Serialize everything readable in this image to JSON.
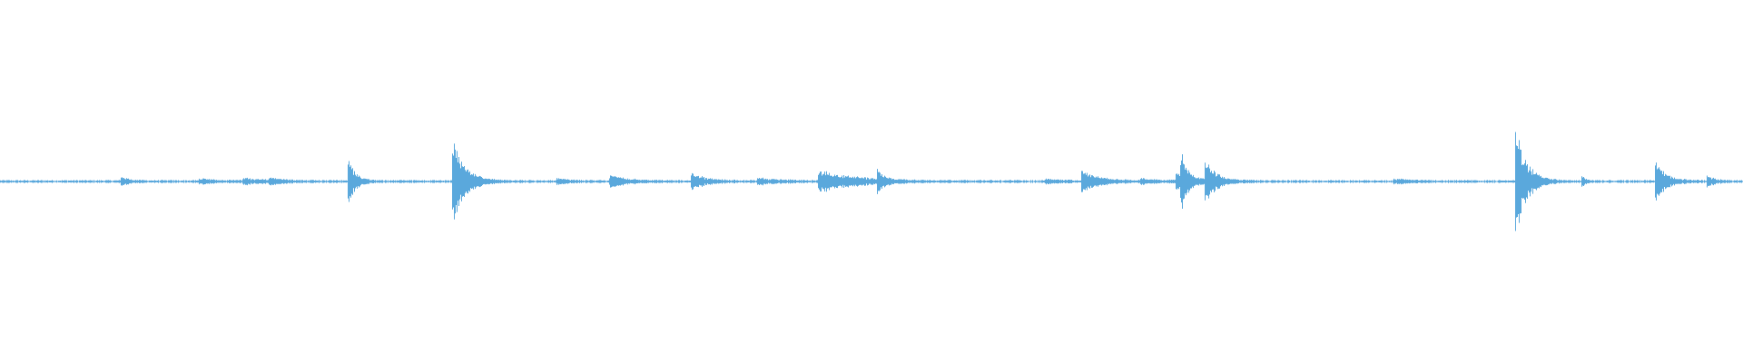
{
  "waveform": {
    "color": "#5aa8dc",
    "background": "#ffffff",
    "baseline_level": 0.5,
    "noise_floor": 0.003,
    "events": [
      {
        "t": 0.07,
        "amp": 0.012,
        "decay": 0.004
      },
      {
        "t": 0.115,
        "amp": 0.006,
        "decay": 0.01
      },
      {
        "t": 0.14,
        "amp": 0.008,
        "decay": 0.012
      },
      {
        "t": 0.155,
        "amp": 0.006,
        "decay": 0.008
      },
      {
        "t": 0.2,
        "amp": 0.06,
        "decay": 0.004
      },
      {
        "t": 0.26,
        "amp": 0.11,
        "decay": 0.007
      },
      {
        "t": 0.32,
        "amp": 0.008,
        "decay": 0.006
      },
      {
        "t": 0.35,
        "amp": 0.016,
        "decay": 0.01
      },
      {
        "t": 0.397,
        "amp": 0.022,
        "decay": 0.008
      },
      {
        "t": 0.435,
        "amp": 0.008,
        "decay": 0.012
      },
      {
        "t": 0.47,
        "amp": 0.03,
        "decay": 0.02
      },
      {
        "t": 0.504,
        "amp": 0.03,
        "decay": 0.003
      },
      {
        "t": 0.6,
        "amp": 0.006,
        "decay": 0.01
      },
      {
        "t": 0.621,
        "amp": 0.028,
        "decay": 0.01
      },
      {
        "t": 0.655,
        "amp": 0.006,
        "decay": 0.01
      },
      {
        "t": 0.675,
        "amp": 0.03,
        "decay": 0.008
      },
      {
        "t": 0.678,
        "amp": 0.06,
        "decay": 0.003
      },
      {
        "t": 0.692,
        "amp": 0.058,
        "decay": 0.006
      },
      {
        "t": 0.8,
        "amp": 0.006,
        "decay": 0.01
      },
      {
        "t": 0.87,
        "amp": 0.145,
        "decay": 0.006
      },
      {
        "t": 0.908,
        "amp": 0.012,
        "decay": 0.002
      },
      {
        "t": 0.95,
        "amp": 0.05,
        "decay": 0.006
      },
      {
        "t": 0.98,
        "amp": 0.014,
        "decay": 0.004
      }
    ]
  }
}
